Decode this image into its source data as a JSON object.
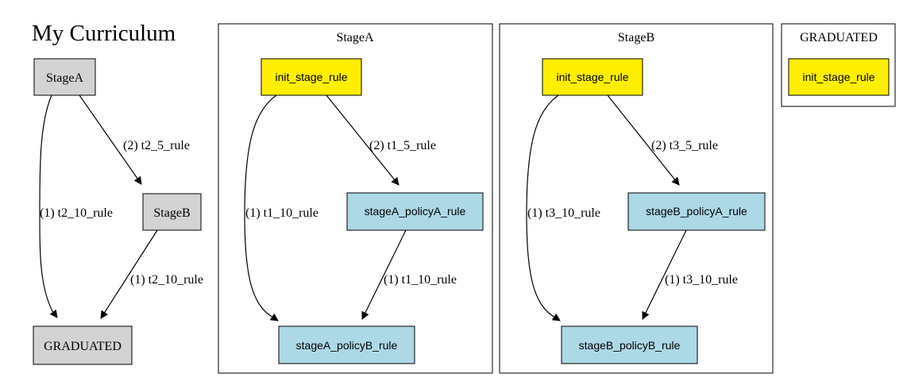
{
  "title": "My Curriculum",
  "colors": {
    "stage_node": "#d3d3d3",
    "init_node": "#ffee00",
    "policy_node": "#add8e6",
    "stroke": "#000000",
    "background": "#ffffff"
  },
  "overview": {
    "nodes": {
      "stageA": "StageA",
      "stageB": "StageB",
      "graduated": "GRADUATED"
    },
    "edges": {
      "a_to_b": "(2) t2_5_rule",
      "a_to_grad": "(1) t2_10_rule",
      "b_to_grad": "(1) t2_10_rule"
    }
  },
  "clusters": {
    "stageA": {
      "label": "StageA",
      "nodes": {
        "init": "init_stage_rule",
        "policyA": "stageA_policyA_rule",
        "policyB": "stageA_policyB_rule"
      },
      "edges": {
        "init_to_policyA": "(2) t1_5_rule",
        "init_to_policyB": "(1) t1_10_rule",
        "policyA_to_policyB": "(1) t1_10_rule"
      }
    },
    "stageB": {
      "label": "StageB",
      "nodes": {
        "init": "init_stage_rule",
        "policyA": "stageB_policyA_rule",
        "policyB": "stageB_policyB_rule"
      },
      "edges": {
        "init_to_policyA": "(2) t3_5_rule",
        "init_to_policyB": "(1) t3_10_rule",
        "policyA_to_policyB": "(1) t3_10_rule"
      }
    },
    "graduated": {
      "label": "GRADUATED",
      "nodes": {
        "init": "init_stage_rule"
      }
    }
  }
}
